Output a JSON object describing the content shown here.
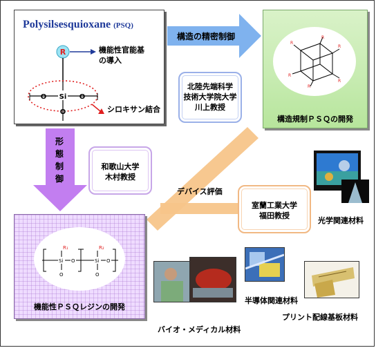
{
  "psq": {
    "title": "Polysilsesquioxane",
    "title_abbr": "(PSQ)",
    "r_label": "R",
    "si_label": "Si",
    "o_label": "O",
    "functional_group": "機能性官能基の導入",
    "siloxane": "シロキサン結合"
  },
  "arrows": {
    "structure_control": "構造の精密制御",
    "morphology_control": "形態制御",
    "device_eval": "デバイス評価"
  },
  "labs": {
    "jaist": [
      "北陸先端科学",
      "技術大学院大学",
      "川上教授"
    ],
    "wakayama": [
      "和歌山大学",
      "木村教授"
    ],
    "muroran": [
      "室蘭工業大学",
      "福田教授"
    ]
  },
  "boxes": {
    "structured_psq": "構造規制ＰＳＱの開発",
    "functional_resin": "機能性ＰＳＱレジンの開発"
  },
  "applications": {
    "optical": "光学関連材料",
    "semiconductor": "半導体関連材料",
    "pcb": "プリント配線基板材料",
    "bio_medical": "バイオ・メディカル材料"
  },
  "colors": {
    "title_blue": "#1f3a9a",
    "arrow_blue": "#7fb2ee",
    "arrow_purple": "#c27ef0",
    "arrow_orange": "#f7c58a",
    "green_box": "#c6ebb0",
    "purple_box": "#efdcff",
    "red": "#e02020"
  }
}
